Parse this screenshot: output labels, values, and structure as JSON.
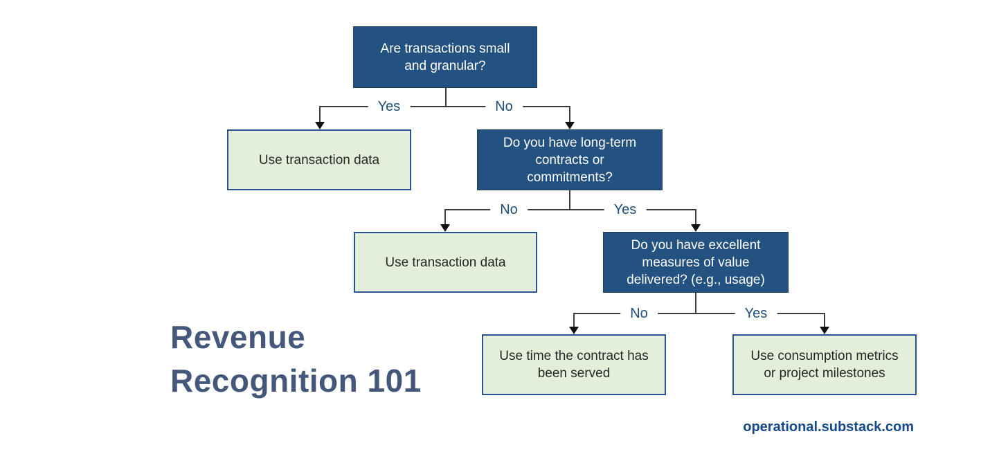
{
  "diagram": {
    "title_lines": [
      "Revenue",
      "Recognition 101"
    ],
    "watermark": "operational.substack.com",
    "nodes": {
      "q1": {
        "type": "decision",
        "lines": [
          "Are transactions small",
          "and granular?"
        ]
      },
      "r1": {
        "type": "outcome",
        "lines": [
          "Use transaction data"
        ]
      },
      "q2": {
        "type": "decision",
        "lines": [
          "Do you have long-term",
          "contracts or",
          "commitments?"
        ]
      },
      "r2": {
        "type": "outcome",
        "lines": [
          "Use transaction data"
        ]
      },
      "q3": {
        "type": "decision",
        "lines": [
          "Do you have excellent",
          "measures of value",
          "delivered? (e.g., usage)"
        ]
      },
      "r3": {
        "type": "outcome",
        "lines": [
          "Use time the contract has",
          "been served"
        ]
      },
      "r4": {
        "type": "outcome",
        "lines": [
          "Use consumption metrics",
          "or project milestones"
        ]
      }
    },
    "edges": {
      "q1_yes": "Yes",
      "q1_no": "No",
      "q2_no": "No",
      "q2_yes": "Yes",
      "q3_no": "No",
      "q3_yes": "Yes"
    },
    "colors": {
      "decision_fill": "#235180",
      "decision_border": "#1d4066",
      "decision_text": "#ffffff",
      "outcome_fill": "#e3efdb",
      "outcome_border": "#2a5392",
      "outcome_text": "#262626",
      "edge_label_text": "#1f4e79",
      "connector_line": "#3b3b3b",
      "arrowhead": "#111111",
      "title_text": "#45587c",
      "watermark_text": "#16498c",
      "background": "#ffffff"
    }
  }
}
